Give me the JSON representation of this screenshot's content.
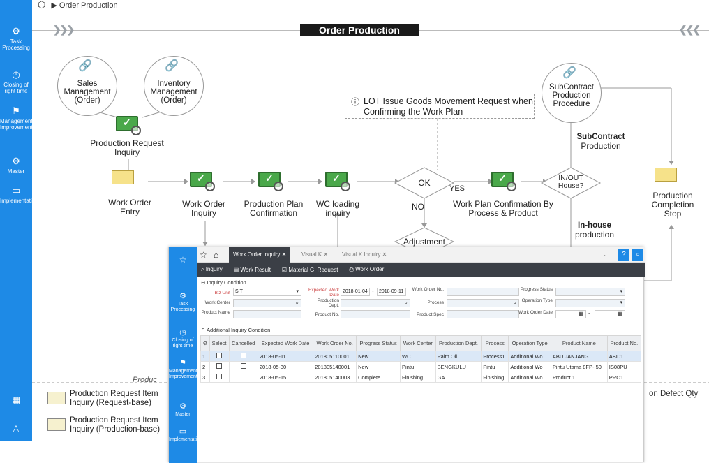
{
  "breadcrumb": {
    "label": "▶ Order Production"
  },
  "page_title": "Order Production",
  "sidebar": {
    "items": [
      {
        "icon": "gear-icon",
        "label": "Task Processing"
      },
      {
        "icon": "clock-icon",
        "label": "Closing of right time"
      },
      {
        "icon": "flag-icon",
        "label": "Management Improvement"
      },
      {
        "icon": "gear-badge-icon",
        "label": "Master"
      },
      {
        "icon": "monitor-icon",
        "label": "Implementation"
      }
    ],
    "bottom": [
      {
        "icon": "grid-icon"
      },
      {
        "icon": "user-icon"
      }
    ]
  },
  "diagram": {
    "sales_mgmt": "Sales Management (Order)",
    "inventory_mgmt": "Inventory Management (Order)",
    "prod_request_inquiry": "Production Request Inquiry",
    "work_order_entry": "Work Order Entry",
    "work_order_inquiry": "Work Order Inquiry",
    "prod_plan_confirm": "Production Plan Confirmation",
    "wc_loading": "WC loading inquiry",
    "ok": "OK",
    "yes": "YES",
    "no": "NO",
    "adjustment": "Adjustment",
    "wp_confirm": "Work Plan Confirmation By Process & Product",
    "inout": "IN/OUT House?",
    "subcontract_proc": "SubContract Production Procedure",
    "subcontract_title": "SubContract",
    "subcontract_sub": "Production",
    "inhouse_title": "In-house",
    "inhouse_sub": "production",
    "completion_stop": "Production Completion Stop",
    "note": "LOT Issue Goods Movement Request when Confirming the Work Plan",
    "note_icon": "info-icon",
    "bottom_items": [
      "Production Request Item Inquiry (Request-base)",
      "Production Request Item Inquiry (Production-base)"
    ],
    "product_partial": "Produc",
    "defect_partial": "on Defect Qty"
  },
  "window": {
    "tabs": [
      "Work Order Inquiry",
      "Visual K",
      "Visual K Inquiry"
    ],
    "toolbar": [
      "Inquiry",
      "Work Result",
      "Material GI Request",
      "Work Order"
    ],
    "inquiry_condition": "Inquiry Condition",
    "additional": "Additional Inquiry Condition",
    "form": {
      "biz_unit": "Biz Unit",
      "biz_unit_value": "SIT",
      "expected_work_date": "Expected Work Date",
      "date_from": "2018-01-04",
      "date_to": "2018-09-11",
      "work_order_no": "Work Order No.",
      "progress_status": "Progress Status",
      "work_center": "Work Center",
      "production_dept": "Production Dept.",
      "process": "Process",
      "operation_type": "Operation Type",
      "product_name": "Product Name",
      "product_no": "Product No.",
      "product_spec": "Product Spec",
      "work_order_date": "Work Order Date"
    },
    "columns": [
      "Select",
      "Cancelled",
      "Expected Work Date",
      "Work Order No.",
      "Progress Status",
      "Work Center",
      "Production Dept.",
      "Process",
      "Operation Type",
      "Product Name",
      "Product No."
    ],
    "rows": [
      {
        "n": "1",
        "date": "2018-05-11",
        "wo": "201805110001",
        "status": "New",
        "wc": "WC",
        "dept": "Palm Oil",
        "proc": "Process1",
        "op": "Additional Wo",
        "pname": "ABU JANJANG",
        "pno": "ABI01"
      },
      {
        "n": "2",
        "date": "2018-05-30",
        "wo": "201805140001",
        "status": "New",
        "wc": "Pintu",
        "dept": "BENGKULU",
        "proc": "Pintu",
        "op": "Additional Wo",
        "pname": "Pintu Utama 8FP- 50",
        "pno": "IS08PU"
      },
      {
        "n": "3",
        "date": "2018-05-15",
        "wo": "201805140003",
        "status": "Complete",
        "wc": "Finishing",
        "dept": "GA",
        "proc": "Finishing",
        "op": "Additional Wo",
        "pname": "Product 1",
        "pno": "PRO1"
      }
    ]
  },
  "colors": {
    "sidebar": "#1e8ae6",
    "toolbar": "#3b3f46",
    "monitor": "#4aa84a"
  }
}
